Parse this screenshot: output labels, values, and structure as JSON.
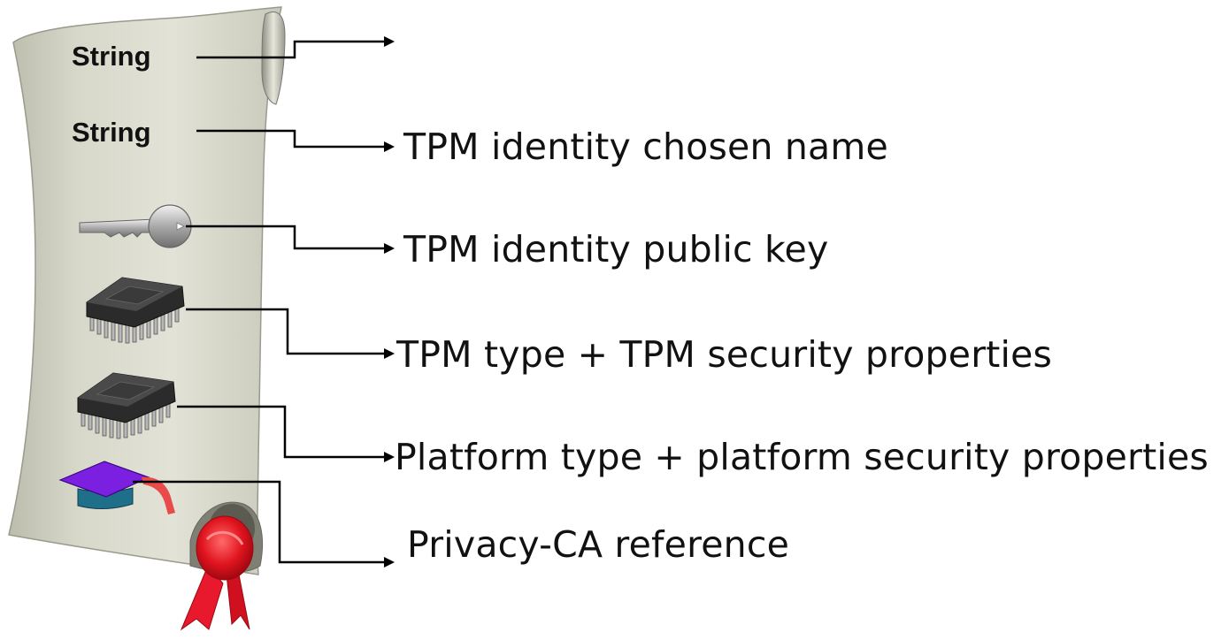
{
  "scroll": {
    "string_1": "String",
    "string_2": "String"
  },
  "descriptions": {
    "line_1": "",
    "line_2": "TPM identity chosen name",
    "line_3": "TPM identity public key",
    "line_4": "TPM type + TPM security properties",
    "line_5": "Platform type + platform security properties",
    "line_6": "Privacy-CA reference"
  },
  "icons": [
    "key-icon",
    "chip-icon",
    "chip-icon",
    "graduation-cap-icon",
    "wax-seal-ribbon-icon"
  ],
  "colors": {
    "scroll": "#d9d9cc",
    "cap": "#7b1fe0",
    "ribbon": "#e8192c",
    "connector": "#000000"
  }
}
